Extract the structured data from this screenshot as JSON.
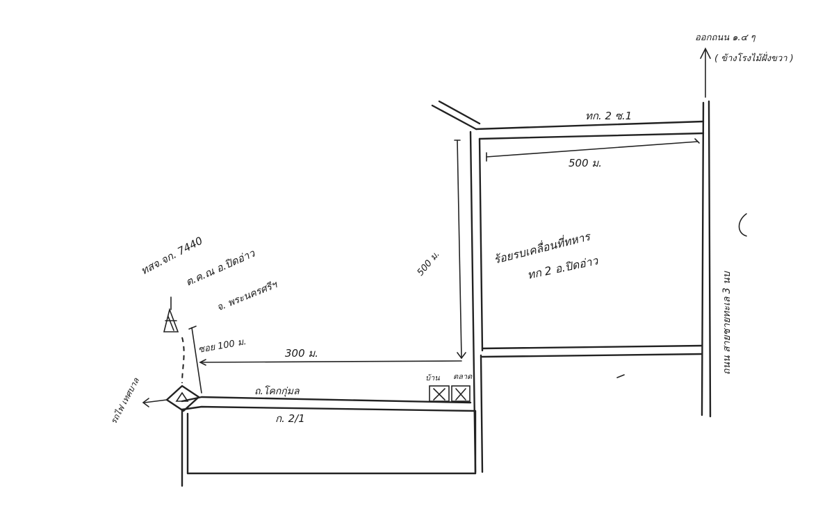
{
  "labels": {
    "north_dest_line1": "ออกถนน ๑.๔ ๆ",
    "north_dest_line2": "( ข้างโรงไม้ฝั่งขวา )",
    "road_top": "ทก. 2 ซ.1",
    "dist_top": "500 ม.",
    "unit_name_line1": "ร้อยรบเคลื่อนที่ทหาร",
    "unit_name_line2": "ทก 2 อ.ปิดอ่าว",
    "dist_vertical": "500 ม.",
    "highway_name": "ถนน สายชายทะเล 3 นบ",
    "office_line1": "ทสจ.จก. 7440",
    "office_line2": "ต.ค.ณ อ.ปิดอ่าว",
    "office_line3": "จ. พระนครศรีฯ",
    "dist_side": "ซอย 100 ม.",
    "dist_bottom": "300 ม.",
    "street_name": "ถ.โคกกุ่มล",
    "house": "บ้าน",
    "market": "ตลาด",
    "road_bottom": "ก. 2/1",
    "west_dest": "รถไฟ เทศบาล"
  }
}
